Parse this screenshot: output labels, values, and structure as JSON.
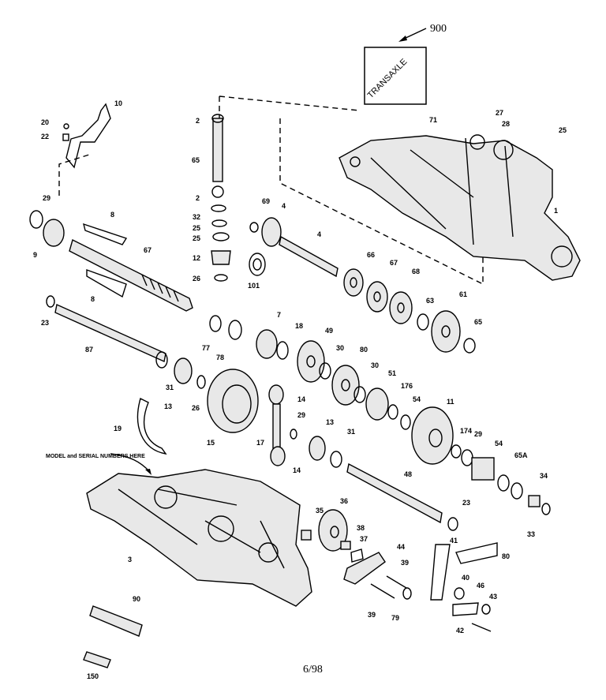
{
  "header": {
    "assembly_number": "900"
  },
  "box_label": "TRANSAXLE",
  "note": "MODEL and SERIAL NUMBERS HERE",
  "footer": {
    "date_code": "6/98"
  },
  "callouts": [
    {
      "id": "c10",
      "text": "10"
    },
    {
      "id": "c20",
      "text": "20"
    },
    {
      "id": "c22",
      "text": "22"
    },
    {
      "id": "c2a",
      "text": "2"
    },
    {
      "id": "c65",
      "text": "65"
    },
    {
      "id": "c2b",
      "text": "2"
    },
    {
      "id": "c32",
      "text": "32"
    },
    {
      "id": "c25a",
      "text": "25"
    },
    {
      "id": "c25b",
      "text": "25"
    },
    {
      "id": "c12",
      "text": "12"
    },
    {
      "id": "c26",
      "text": "26"
    },
    {
      "id": "c29a",
      "text": "29"
    },
    {
      "id": "c9",
      "text": "9"
    },
    {
      "id": "c8a",
      "text": "8"
    },
    {
      "id": "c67a",
      "text": "67"
    },
    {
      "id": "c8b",
      "text": "8"
    },
    {
      "id": "c69",
      "text": "69"
    },
    {
      "id": "c4a",
      "text": "4"
    },
    {
      "id": "c101",
      "text": "101"
    },
    {
      "id": "c4b",
      "text": "4"
    },
    {
      "id": "c66",
      "text": "66"
    },
    {
      "id": "c67b",
      "text": "67"
    },
    {
      "id": "c68",
      "text": "68"
    },
    {
      "id": "c63",
      "text": "63"
    },
    {
      "id": "c61",
      "text": "61"
    },
    {
      "id": "c65b",
      "text": "65"
    },
    {
      "id": "c71",
      "text": "71"
    },
    {
      "id": "c27",
      "text": "27"
    },
    {
      "id": "c28",
      "text": "28"
    },
    {
      "id": "c25c",
      "text": "25"
    },
    {
      "id": "c1",
      "text": "1"
    },
    {
      "id": "c23a",
      "text": "23"
    },
    {
      "id": "c87",
      "text": "87"
    },
    {
      "id": "c77",
      "text": "77"
    },
    {
      "id": "c78",
      "text": "78"
    },
    {
      "id": "c7",
      "text": "7"
    },
    {
      "id": "c18",
      "text": "18"
    },
    {
      "id": "c49",
      "text": "49"
    },
    {
      "id": "c30a",
      "text": "30"
    },
    {
      "id": "c80",
      "text": "80"
    },
    {
      "id": "c30b",
      "text": "30"
    },
    {
      "id": "c51",
      "text": "51"
    },
    {
      "id": "c176",
      "text": "176"
    },
    {
      "id": "c54a",
      "text": "54"
    },
    {
      "id": "c31a",
      "text": "31"
    },
    {
      "id": "c13a",
      "text": "13"
    },
    {
      "id": "c26b",
      "text": "26"
    },
    {
      "id": "c19",
      "text": "19"
    },
    {
      "id": "c15",
      "text": "15"
    },
    {
      "id": "c14a",
      "text": "14"
    },
    {
      "id": "c29b",
      "text": "29"
    },
    {
      "id": "c17",
      "text": "17"
    },
    {
      "id": "c13b",
      "text": "13"
    },
    {
      "id": "c31b",
      "text": "31"
    },
    {
      "id": "c14b",
      "text": "14"
    },
    {
      "id": "c11",
      "text": "11"
    },
    {
      "id": "c174",
      "text": "174"
    },
    {
      "id": "c29c",
      "text": "29"
    },
    {
      "id": "c54b",
      "text": "54"
    },
    {
      "id": "c65A",
      "text": "65A"
    },
    {
      "id": "c34",
      "text": "34"
    },
    {
      "id": "c48",
      "text": "48"
    },
    {
      "id": "c23b",
      "text": "23"
    },
    {
      "id": "c33",
      "text": "33"
    },
    {
      "id": "c3",
      "text": "3"
    },
    {
      "id": "c36",
      "text": "36"
    },
    {
      "id": "c35",
      "text": "35"
    },
    {
      "id": "c38",
      "text": "38"
    },
    {
      "id": "c37",
      "text": "37"
    },
    {
      "id": "c44",
      "text": "44"
    },
    {
      "id": "c41",
      "text": "41"
    },
    {
      "id": "c80b",
      "text": "80"
    },
    {
      "id": "c39a",
      "text": "39"
    },
    {
      "id": "c39b",
      "text": "39"
    },
    {
      "id": "c79",
      "text": "79"
    },
    {
      "id": "c40",
      "text": "40"
    },
    {
      "id": "c46",
      "text": "46"
    },
    {
      "id": "c43",
      "text": "43"
    },
    {
      "id": "c42",
      "text": "42"
    },
    {
      "id": "c90",
      "text": "90"
    },
    {
      "id": "c150",
      "text": "150"
    }
  ]
}
